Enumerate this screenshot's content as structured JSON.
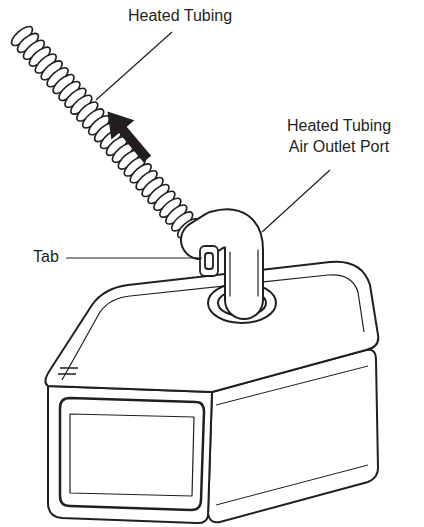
{
  "diagram": {
    "labels": [
      "Heated Tubing",
      "Heated Tubing Air Outlet Port",
      "Tab"
    ]
  }
}
